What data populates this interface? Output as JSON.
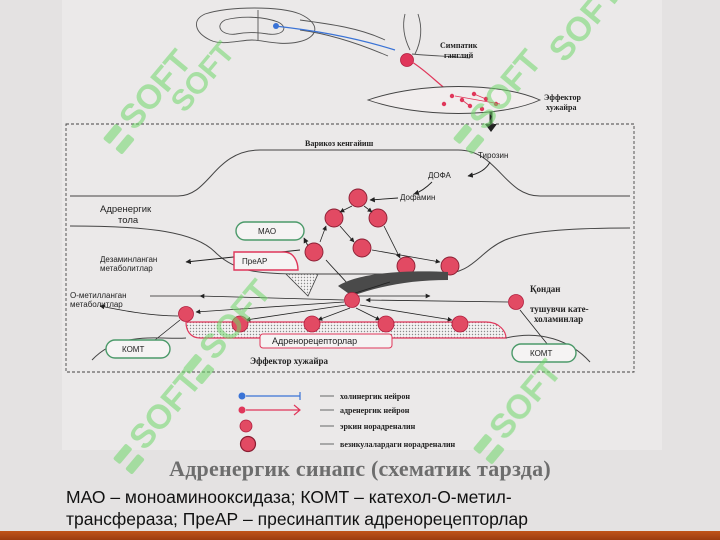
{
  "slide": {
    "title": "Адренергик синапс (схематик тарзда)",
    "caption_line1": "МАО – моноаминооксидаза; КОМТ – катехол-О-метил-",
    "caption_line2": "трансфераза; ПреАР – пресинаптик адренорецепторлар"
  },
  "diagram": {
    "labels": {
      "sympathetic_ganglion_1": "Симпатик",
      "sympathetic_ganglion_2": "ганглий",
      "effector_cell_top_1": "Эффектор",
      "effector_cell_top_2": "хужайра",
      "varicose_swelling": "Варикоз кенгайиш",
      "tyrosine": "Тирозин",
      "dopa": "ДОФА",
      "dopamine": "Дофамин",
      "adrenergic_terminal_1": "Адренергик",
      "adrenergic_terminal_2": "тола",
      "mao": "МАО",
      "deaminated_1": "Дезаминланган",
      "deaminated_2": "метаболитлар",
      "prear": "ПреАР",
      "o_methylated_1": "О-метилланган",
      "o_methylated_2": "метаболитлар",
      "blood": "Қондан",
      "incoming_catecholamines_1": "тушувчи кате-",
      "incoming_catecholamines_2": "холаминлар",
      "comt_left": "КОМТ",
      "comt_right": "КОМТ",
      "adrenoreceptors": "Адренорецепторлар",
      "effector_cell_bottom": "Эффектор хужайра"
    },
    "legend": [
      {
        "symbol": "cholinergic-neuron",
        "label": "холинергик нейрон"
      },
      {
        "symbol": "adrenergic-neuron",
        "label": "адренергик нейрон"
      },
      {
        "symbol": "free-noradrenaline",
        "label": "эркин норадреналин"
      },
      {
        "symbol": "vesicular-noradrenaline",
        "label": "везикулалардаги норадреналин"
      }
    ],
    "watermark": "SOFT",
    "colors": {
      "accent_red": "#e0365a",
      "vesicle_fill": "#e24a63",
      "cholinergic_blue": "#3a73d6",
      "watermark_green": "#6fd86a",
      "enzyme_green": "#4c9a6a",
      "footer_orange": "#b04814"
    }
  }
}
